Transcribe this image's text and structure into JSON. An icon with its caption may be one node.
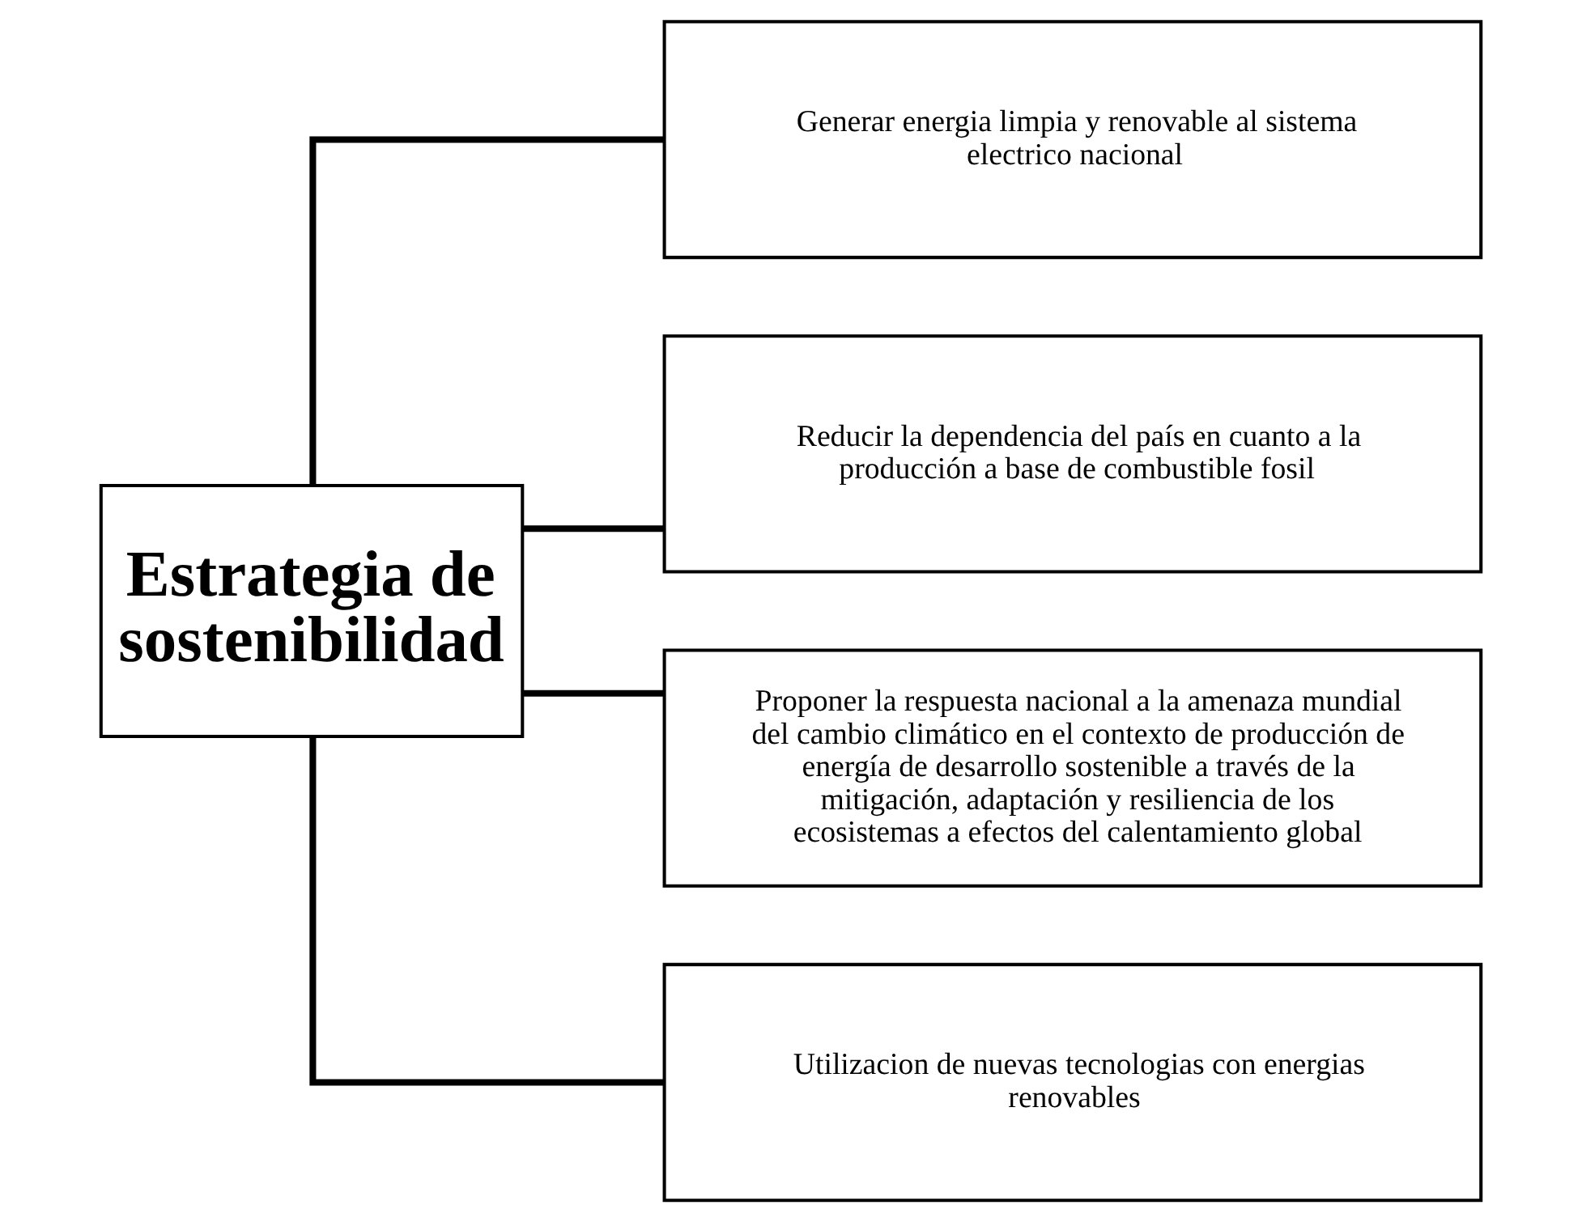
{
  "diagram": {
    "nodes": [
      {
        "text": [
          "Estrategia de sostenibilidad"
        ]
      },
      {
        "text": [
          "Generar energia limpia y renovable al sistema electrico nacional"
        ]
      },
      {
        "text": [
          "Reducir la dependencia del país en cuanto a la producción a base de combustible fosil"
        ]
      },
      {
        "text": [
          "Proponer la respuesta nacional a la amenaza mundial del cambio climático en el contexto de producción de energía de desarrollo sostenible a través de la mitigación, adaptación y resiliencia de los ecosistemas a efectos del calentamiento global"
        ]
      },
      {
        "text": [
          "Utilizacion de nuevas tecnologias con energias renovables"
        ]
      }
    ],
    "edges": [
      {
        "from": 0,
        "to": 1,
        "arrow": "none"
      },
      {
        "from": 0,
        "to": 2,
        "arrow": "none"
      },
      {
        "from": 0,
        "to": 3,
        "arrow": "none"
      },
      {
        "from": 0,
        "to": 4,
        "arrow": "none"
      }
    ]
  }
}
